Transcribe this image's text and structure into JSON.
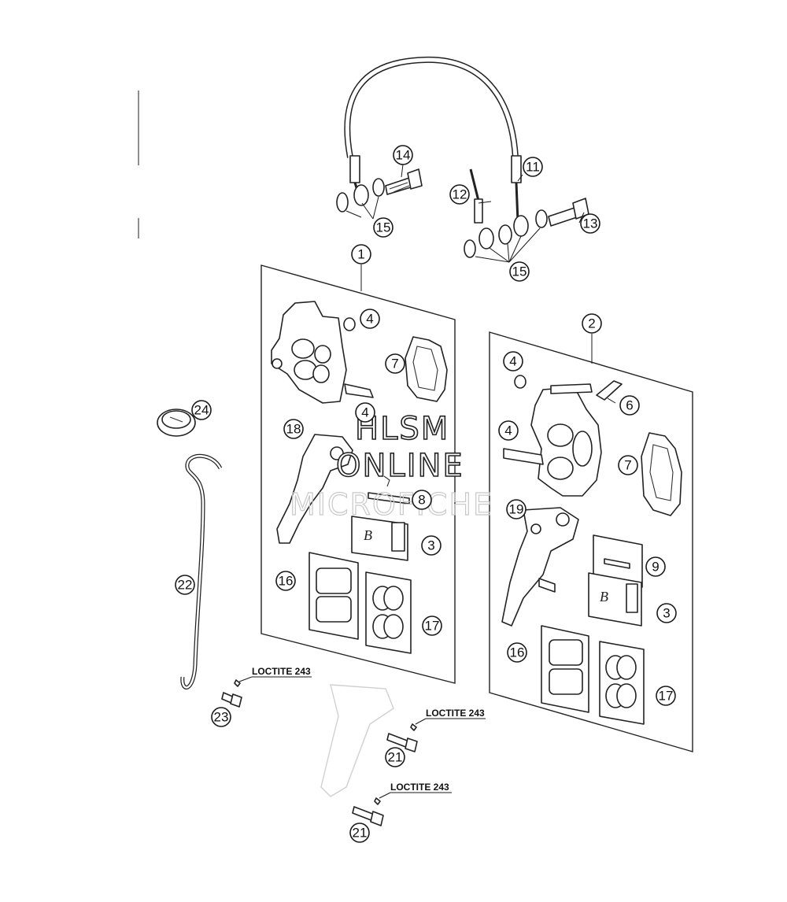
{
  "watermark": {
    "line1": "HLSM",
    "line2": "ONLINE",
    "line3": "MICROFICHE"
  },
  "notes": {
    "loctite": "LOCTITE 243"
  },
  "callouts": {
    "c1": "1",
    "c2": "2",
    "c3a": "3",
    "c3b": "3",
    "c4a": "4",
    "c4b": "4",
    "c4c": "4",
    "c4d": "4",
    "c6": "6",
    "c7a": "7",
    "c7b": "7",
    "c8": "8",
    "c9": "9",
    "c11": "11",
    "c12": "12",
    "c13": "13",
    "c14": "14",
    "c15a": "15",
    "c15b": "15",
    "c16a": "16",
    "c16b": "16",
    "c17a": "17",
    "c17b": "17",
    "c18": "18",
    "c19": "19",
    "c21a": "21",
    "c21b": "21",
    "c22": "22",
    "c23": "23",
    "c24": "24"
  }
}
